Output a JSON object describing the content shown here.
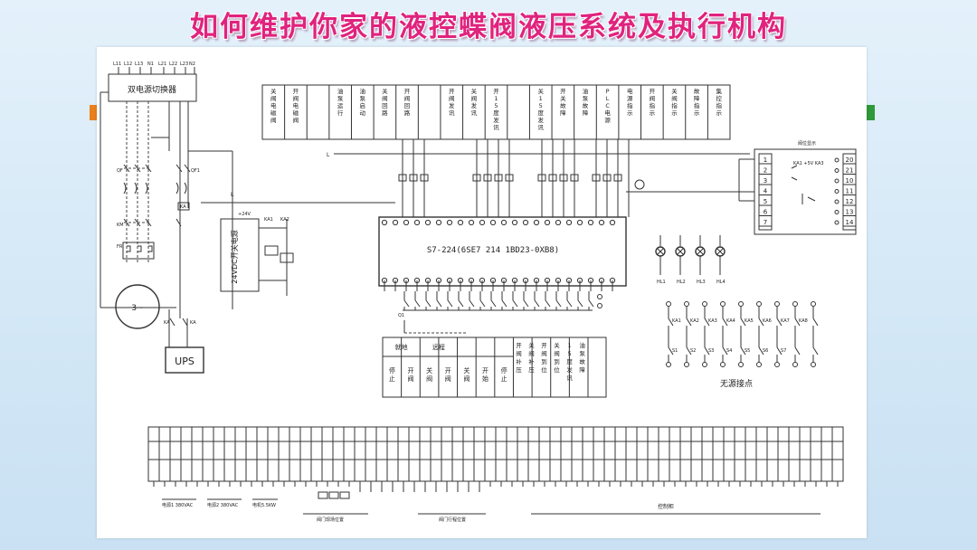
{
  "title": "如何维护你家的液控蝶阀液压系统及执行机构",
  "colors": {
    "title": "#e0237e",
    "left_tab": "#e8801e",
    "right_tab": "#2e9a3a",
    "sheet": "#ffffff",
    "line": "#333333"
  },
  "dual_power": {
    "label": "双电源切换器",
    "top_terminals": [
      "L11",
      "L12",
      "L13",
      "N1",
      "L21",
      "L22",
      "L23",
      "N2"
    ],
    "breakers": [
      "QF",
      "QF1"
    ],
    "contactor": "KM",
    "relay": "KA",
    "thermal": "FR",
    "motor": "3~"
  },
  "ups": {
    "label": "UPS"
  },
  "psu": {
    "label": "24VDC开关电源",
    "out": "+24V"
  },
  "plc": {
    "model": "S7-224(6SE7 214 1BD23-0XB8)"
  },
  "top_table": {
    "columns": [
      "关阀电磁阀",
      "开阀电磁阀",
      "",
      "油泵运行",
      "油泵启动",
      "关阀回路",
      "开阀回路",
      "",
      "开阀发讯",
      "关阀发讯",
      "开15度发讯",
      "",
      "关15度发讯",
      "开关故障",
      "油泵故障",
      "PLC电源",
      "电源指示",
      "开阀指示",
      "关阀指示",
      "故障指示",
      "集控指示"
    ]
  },
  "relay_block": {
    "title": "阀位显示",
    "terminals": [
      "1",
      "2",
      "3",
      "4",
      "5",
      "6",
      "7",
      "20",
      "21",
      "10",
      "11",
      "12",
      "13",
      "14"
    ]
  },
  "input_table": {
    "headers": [
      "就地",
      "远程",
      "",
      "开阀补压",
      "关阀补压",
      "开阀到位",
      "关阀到位",
      "15度发讯",
      "油泵故障"
    ],
    "cells": [
      "停止",
      "开阀",
      "关阀",
      "开阀",
      "关阀",
      "开始",
      "停止"
    ]
  },
  "lamps": [
    "HL1",
    "HL2",
    "HL3",
    "HL4"
  ],
  "passive_contacts": {
    "label": "无源接点",
    "relays": [
      "KA1",
      "KA2",
      "KA3",
      "KA4",
      "KA5",
      "KA6",
      "KA7",
      "KA8"
    ],
    "switches": [
      "S1",
      "S2",
      "S3",
      "S4",
      "S5",
      "S6",
      "S7"
    ]
  },
  "bottom": {
    "labels": [
      "电源1 380VAC",
      "电源2 380VAC",
      "电机5.5KW",
      "阀门现场位置",
      "阀门行程位置",
      "控制柜"
    ]
  }
}
